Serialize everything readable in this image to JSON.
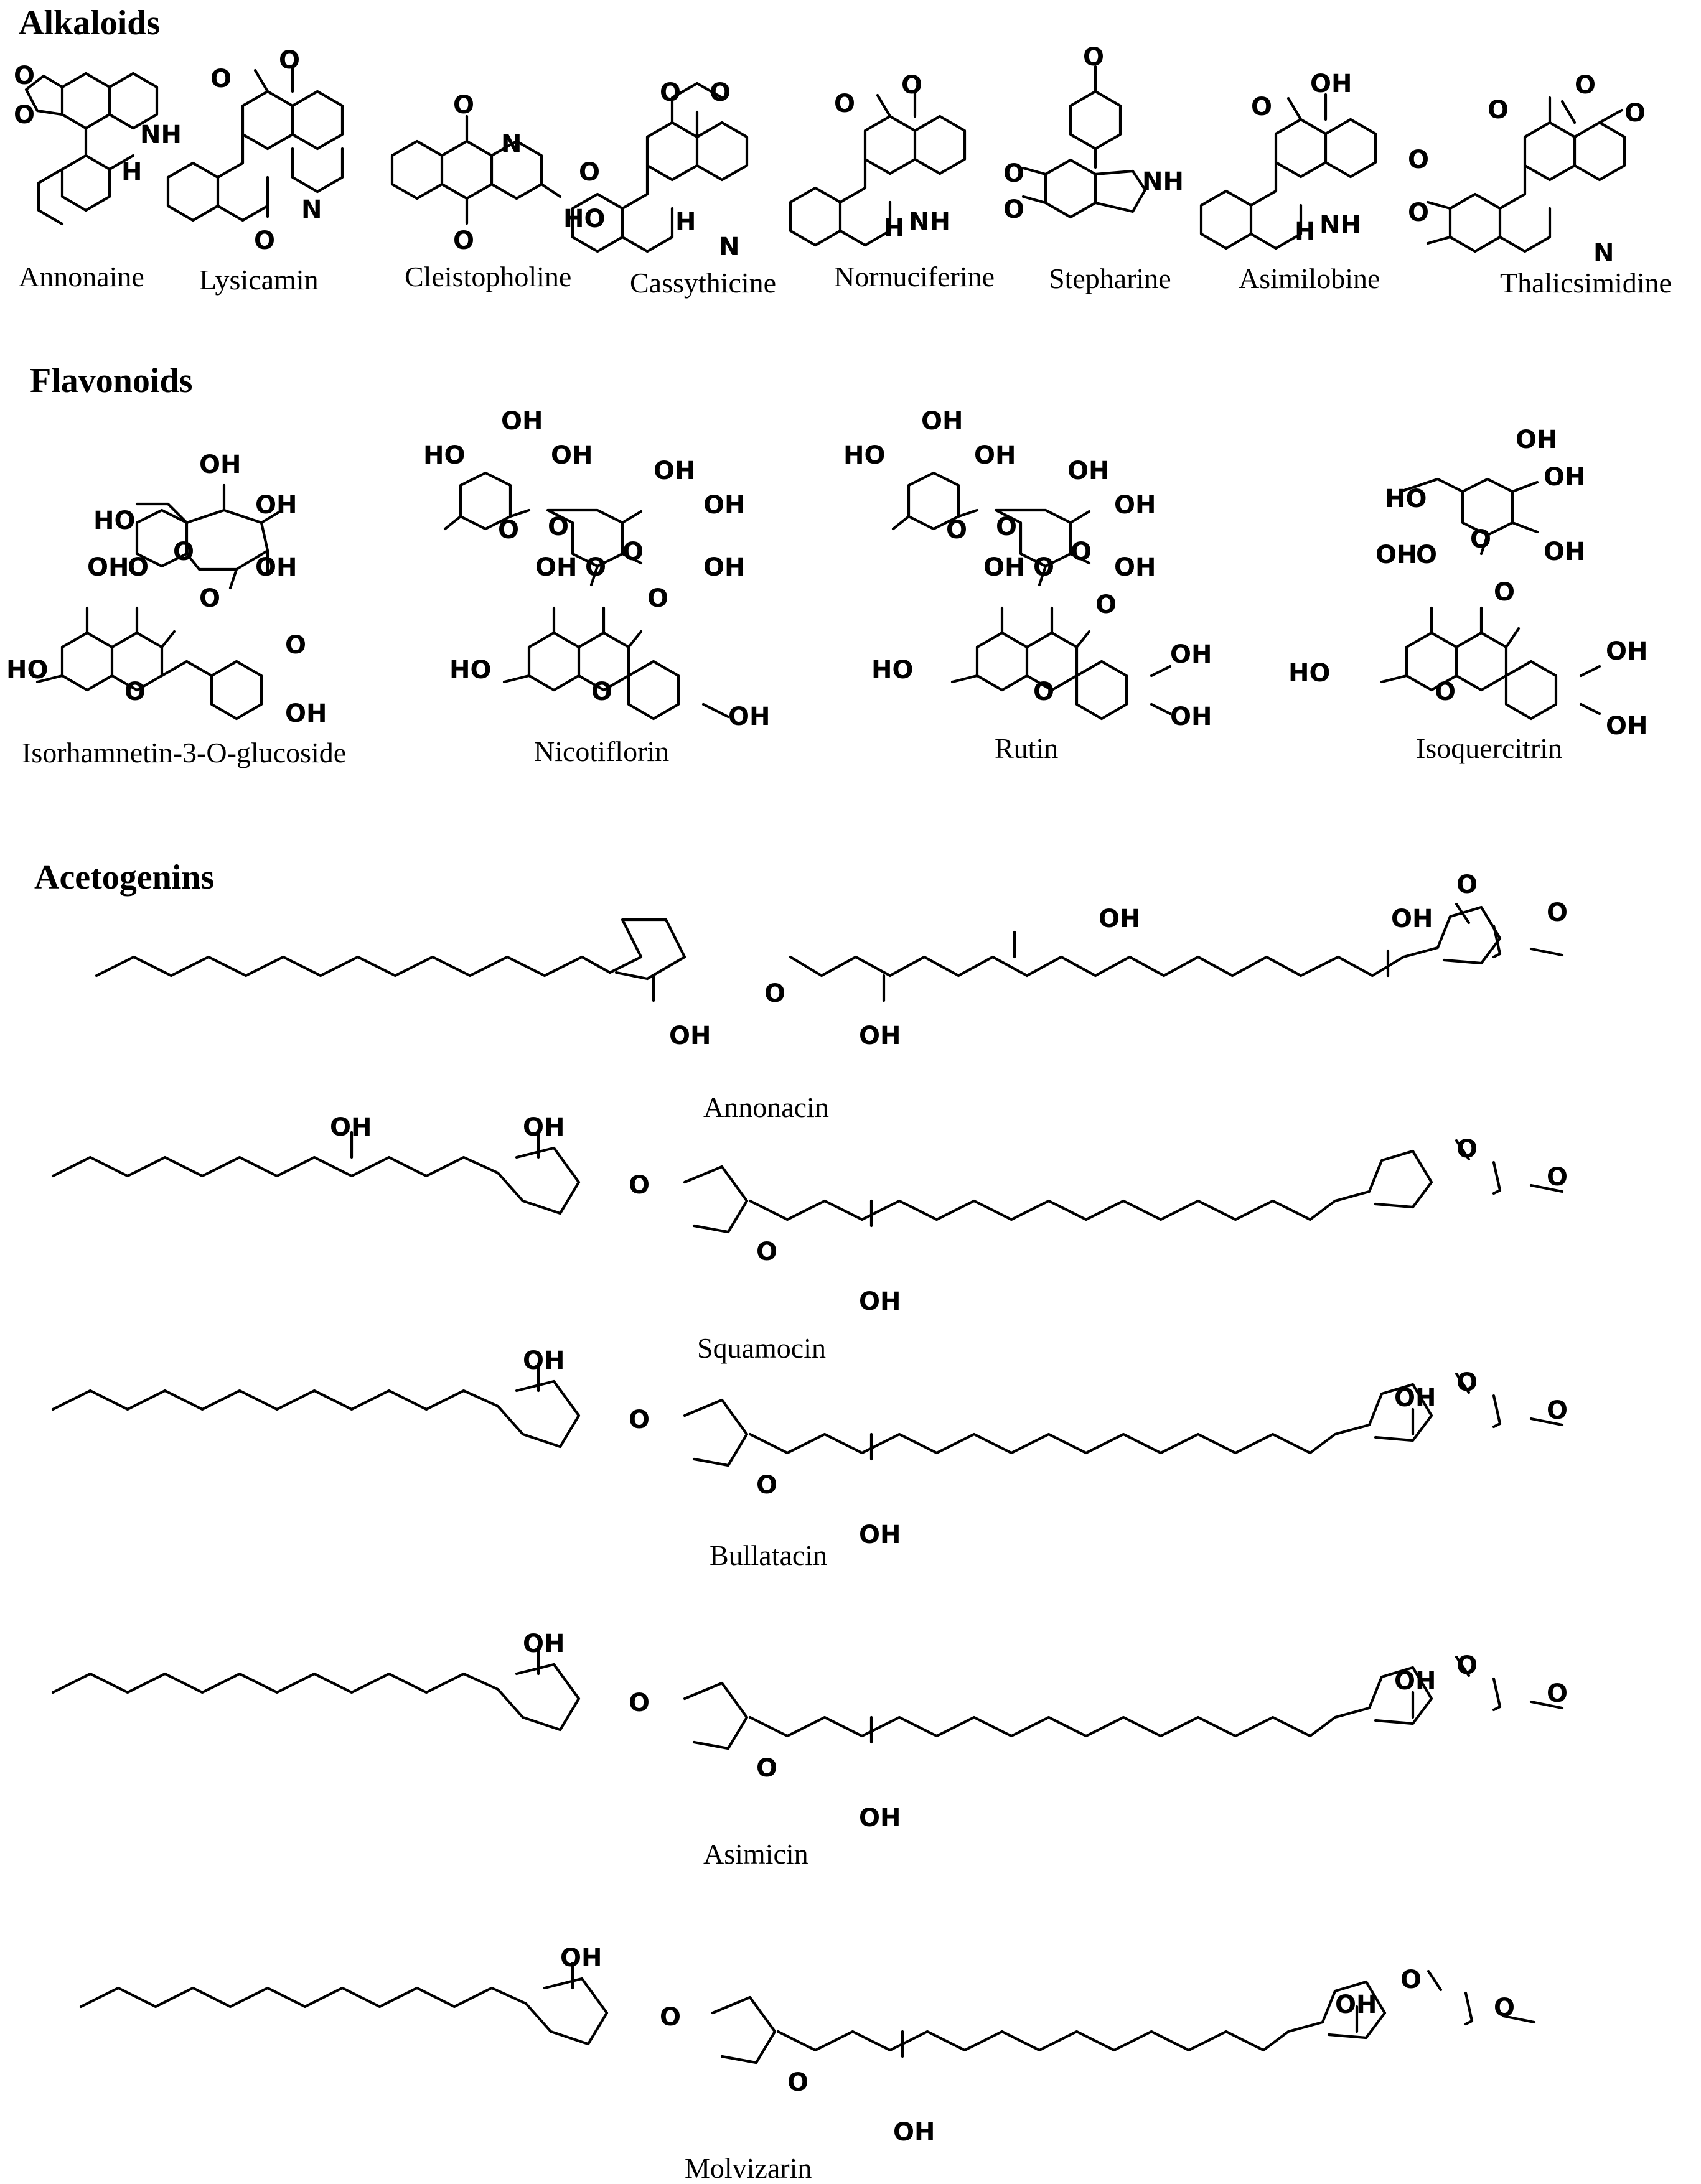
{
  "sections": {
    "alkaloids": "Alkaloids",
    "flavonoids": "Flavonoids",
    "acetogenins": "Acetogenins"
  },
  "alkaloids": [
    "Annonaine",
    "Lysicamin",
    "Cleistopholine",
    "Cassythicine",
    "Nornuciferine",
    "Stepharine",
    "Asimilobine",
    "Thalicsimidine"
  ],
  "flavonoids": [
    "Isorhamnetin-3-O-glucoside",
    "Nicotiflorin",
    "Rutin",
    "Isoquercitrin"
  ],
  "acetogenins": [
    "Annonacin",
    "Squamocin",
    "Bullatacin",
    "Asimicin",
    "Molvizarin"
  ],
  "atoms": {
    "oh": "OH",
    "ho": "HO",
    "o": "O",
    "n": "N",
    "nh": "NH",
    "h": "H"
  }
}
